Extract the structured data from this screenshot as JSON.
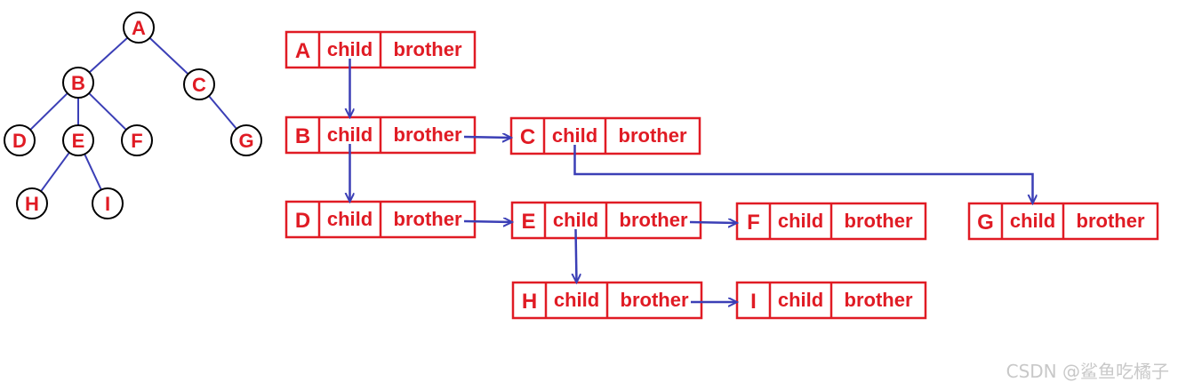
{
  "colors": {
    "node_stroke": "#e01b24",
    "node_text": "#e01b24",
    "link": "#3b3fb6",
    "tree_circle": "#000000",
    "tree_edge": "#3b3fb6",
    "watermark": "#c8c8c8"
  },
  "tree": {
    "nodes": {
      "A": "A",
      "B": "B",
      "C": "C",
      "D": "D",
      "E": "E",
      "F": "F",
      "G": "G",
      "H": "H",
      "I": "I"
    },
    "edges": [
      [
        "A",
        "B"
      ],
      [
        "A",
        "C"
      ],
      [
        "B",
        "D"
      ],
      [
        "B",
        "E"
      ],
      [
        "B",
        "F"
      ],
      [
        "C",
        "G"
      ],
      [
        "E",
        "H"
      ],
      [
        "E",
        "I"
      ]
    ]
  },
  "nodes": [
    {
      "id": "A",
      "label": "A",
      "child": "child",
      "brother": "brother"
    },
    {
      "id": "B",
      "label": "B",
      "child": "child",
      "brother": "brother"
    },
    {
      "id": "C",
      "label": "C",
      "child": "child",
      "brother": "brother"
    },
    {
      "id": "D",
      "label": "D",
      "child": "child",
      "brother": "brother"
    },
    {
      "id": "E",
      "label": "E",
      "child": "child",
      "brother": "brother"
    },
    {
      "id": "F",
      "label": "F",
      "child": "child",
      "brother": "brother"
    },
    {
      "id": "G",
      "label": "G",
      "child": "child",
      "brother": "brother"
    },
    {
      "id": "H",
      "label": "H",
      "child": "child",
      "brother": "brother"
    },
    {
      "id": "I",
      "label": "I",
      "child": "child",
      "brother": "brother"
    }
  ],
  "links": [
    {
      "from": "A",
      "to": "B",
      "kind": "child"
    },
    {
      "from": "B",
      "to": "D",
      "kind": "child"
    },
    {
      "from": "B",
      "to": "C",
      "kind": "brother"
    },
    {
      "from": "C",
      "to": "G",
      "kind": "child"
    },
    {
      "from": "D",
      "to": "E",
      "kind": "brother"
    },
    {
      "from": "E",
      "to": "H",
      "kind": "child"
    },
    {
      "from": "E",
      "to": "F",
      "kind": "brother"
    },
    {
      "from": "H",
      "to": "I",
      "kind": "brother"
    }
  ],
  "watermark": "CSDN @鲨鱼吃橘子"
}
